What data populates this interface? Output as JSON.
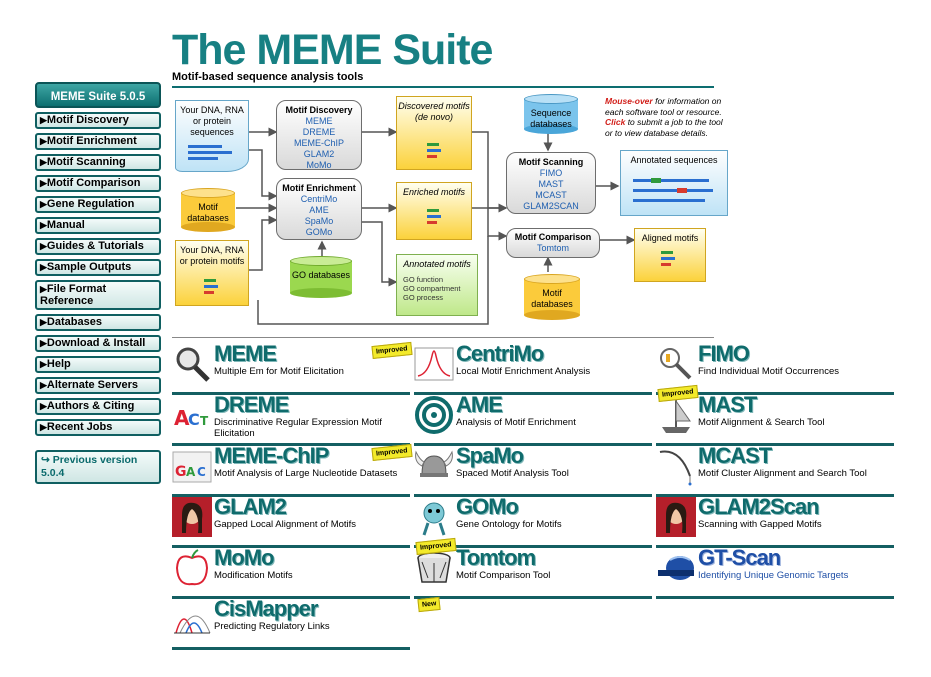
{
  "header": {
    "title": "The MEME Suite",
    "subtitle": "Motif-based sequence analysis tools"
  },
  "sidebar": {
    "version_label": "MEME Suite 5.0.5",
    "items": [
      {
        "label": "Motif Discovery"
      },
      {
        "label": "Motif Enrichment"
      },
      {
        "label": "Motif Scanning"
      },
      {
        "label": "Motif Comparison"
      },
      {
        "label": "Gene Regulation"
      },
      {
        "label": "Manual"
      },
      {
        "label": "Guides & Tutorials"
      },
      {
        "label": "Sample Outputs"
      },
      {
        "label": "File Format Reference"
      },
      {
        "label": "Databases"
      },
      {
        "label": "Download & Install"
      },
      {
        "label": "Help"
      },
      {
        "label": "Alternate Servers"
      },
      {
        "label": "Authors & Citing"
      },
      {
        "label": "Recent Jobs"
      }
    ],
    "previous_version": "↪ Previous version 5.0.4"
  },
  "diagram": {
    "input_sequences": "Your DNA, RNA or protein sequences",
    "motif_databases_left": "Motif databases",
    "input_motifs": "Your DNA, RNA or protein motifs",
    "discovery": {
      "title": "Motif Discovery",
      "tools": [
        "MEME",
        "DREME",
        "MEME-ChIP",
        "GLAM2",
        "MoMo"
      ]
    },
    "enrichment": {
      "title": "Motif Enrichment",
      "tools": [
        "CentriMo",
        "AME",
        "SpaMo",
        "GOMo"
      ]
    },
    "go_databases": "GO databases",
    "discovered": "Discovered motifs (de novo)",
    "enriched": "Enriched motifs",
    "annotated_motifs": {
      "title": "Annotated motifs",
      "items": [
        "GO function",
        "GO compartment",
        "GO process"
      ]
    },
    "sequence_databases": "Sequence databases",
    "scanning": {
      "title": "Motif Scanning",
      "tools": [
        "FIMO",
        "MAST",
        "MCAST",
        "GLAM2SCAN"
      ]
    },
    "comparison": {
      "title": "Motif Comparison",
      "tools": [
        "Tomtom"
      ]
    },
    "motif_databases_right": "Motif databases",
    "annotated_sequences": "Annotated sequences",
    "aligned_motifs": "Aligned motifs",
    "note": {
      "mouseover": "Mouse-over",
      "mouseover_rest": " for information on each software tool or resource.",
      "click": "Click",
      "click_rest": " to submit a job to the tool or to view database details."
    }
  },
  "tools": [
    {
      "name": "MEME",
      "desc": "Multiple Em for Motif Elicitation",
      "badge": "Improved"
    },
    {
      "name": "CentriMo",
      "desc": "Local Motif Enrichment Analysis"
    },
    {
      "name": "FIMO",
      "desc": "Find Individual Motif Occurrences"
    },
    {
      "name": "DREME",
      "desc": "Discriminative Regular Expression Motif Elicitation"
    },
    {
      "name": "AME",
      "desc": "Analysis of Motif Enrichment"
    },
    {
      "name": "MAST",
      "desc": "Motif Alignment & Search Tool",
      "badge": "Improved"
    },
    {
      "name": "MEME-ChIP",
      "desc": "Motif Analysis of Large Nucleotide Datasets",
      "badge": "Improved"
    },
    {
      "name": "SpaMo",
      "desc": "Spaced Motif Analysis Tool"
    },
    {
      "name": "MCAST",
      "desc": "Motif Cluster Alignment and Search Tool"
    },
    {
      "name": "GLAM2",
      "desc": "Gapped Local Alignment of Motifs"
    },
    {
      "name": "GOMo",
      "desc": "Gene Ontology for Motifs"
    },
    {
      "name": "GLAM2Scan",
      "desc": "Scanning with Gapped Motifs"
    },
    {
      "name": "MoMo",
      "desc": "Modification Motifs"
    },
    {
      "name": "Tomtom",
      "desc": "Motif Comparison Tool",
      "badge": "Improved"
    },
    {
      "name": "GT-Scan",
      "desc": "Identifying Unique Genomic Targets"
    },
    {
      "name": "CisMapper",
      "desc": "Predicting Regulatory Links",
      "badge": "New"
    }
  ],
  "colors": {
    "brand": "#178083",
    "nav_border": "#0f5f61",
    "gtscan": "#1f4fa6"
  }
}
